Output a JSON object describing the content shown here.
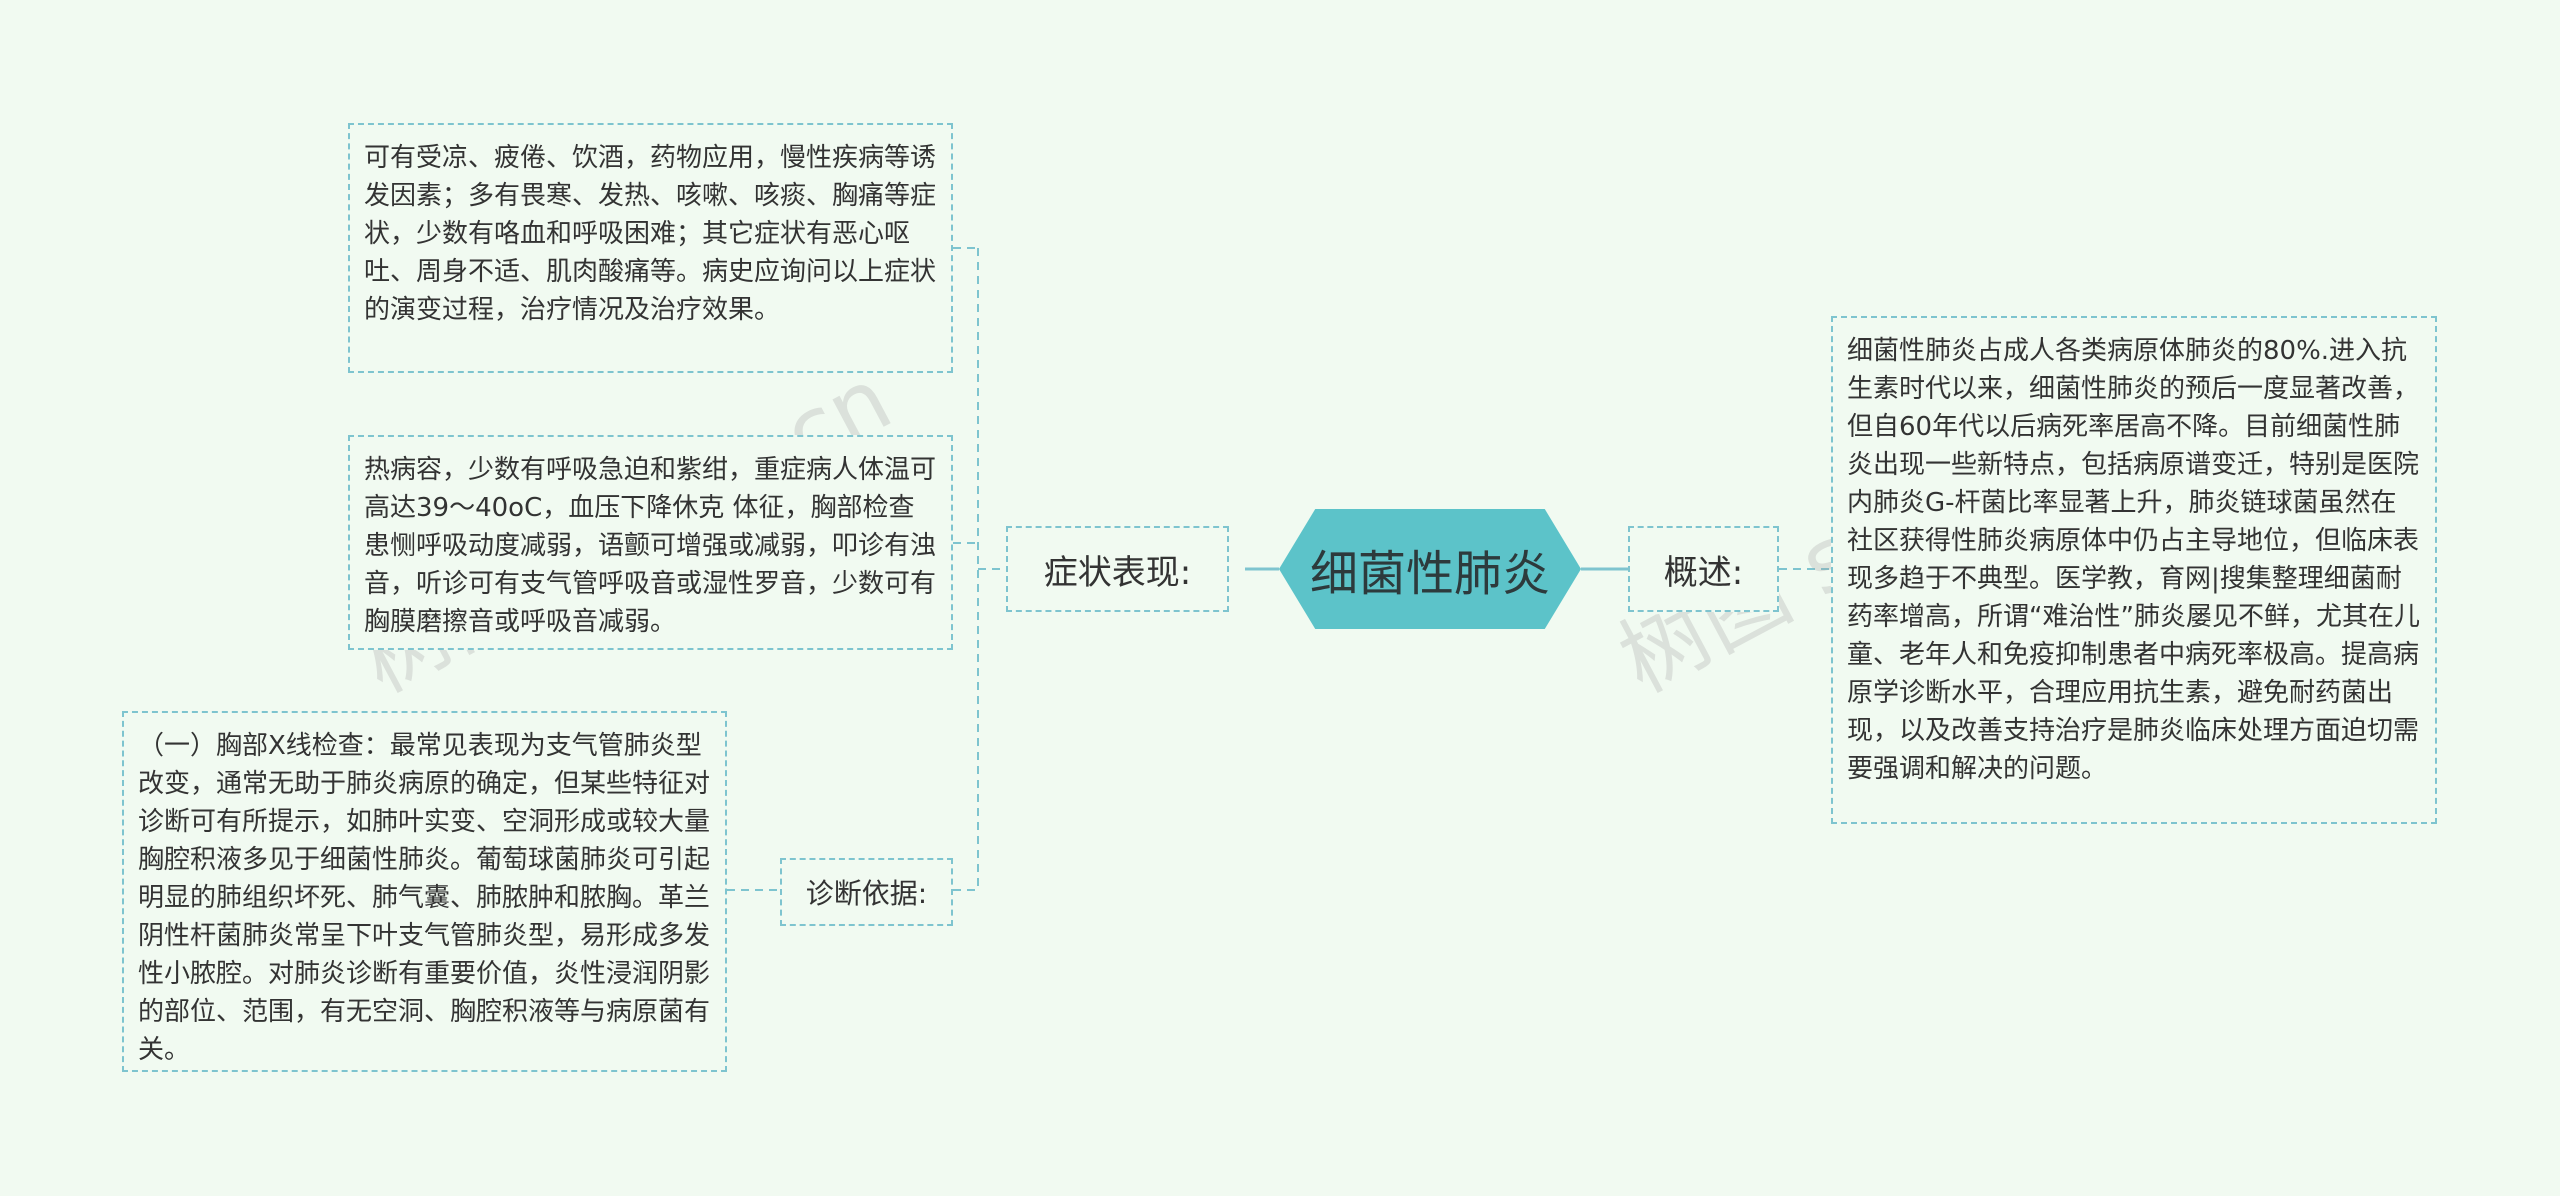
{
  "center": {
    "title": "细菌性肺炎"
  },
  "branches": {
    "symptoms": {
      "label": "症状表现:",
      "items": [
        "可有受凉、疲倦、饮酒，药物应用，慢性疾病等诱发因素；多有畏寒、发热、咳嗽、咳痰、胸痛等症状，少数有咯血和呼吸困难；其它症状有恶心呕吐、周身不适、肌肉酸痛等。病史应询问以上症状的演变过程，治疗情况及治疗效果。",
        "热病容，少数有呼吸急迫和紫绀，重症病人体温可高达39～40oC，血压下降休克 体征，胸部检查患恻呼吸动度减弱，语颤可增强或减弱，叩诊有浊音，听诊可有支气管呼吸音或湿性罗音，少数可有胸膜磨擦音或呼吸音减弱。"
      ]
    },
    "diagnosis": {
      "label": "诊断依据:",
      "items": [
        "（一）胸部X线检查：最常见表现为支气管肺炎型改变，通常无助于肺炎病原的确定，但某些特征对诊断可有所提示，如肺叶实变、空洞形成或较大量胸腔积液多见于细菌性肺炎。葡萄球菌肺炎可引起明显的肺组织坏死、肺气囊、肺脓肿和脓胸。革兰阴性杆菌肺炎常呈下叶支气管肺炎型，易形成多发性小脓腔。对肺炎诊断有重要价值，炎性浸润阴影的部位、范围，有无空洞、胸腔积液等与病原菌有关。"
      ]
    },
    "overview": {
      "label": "概述:",
      "items": [
        "细菌性肺炎占成人各类病原体肺炎的80%.进入抗生素时代以来，细菌性肺炎的预后一度显著改善，但自60年代以后病死率居高不降。目前细菌性肺炎出现一些新特点，包括病原谱变迁，特别是医院内肺炎G-杆菌比率显著上升，肺炎链球菌虽然在社区获得性肺炎病原体中仍占主导地位，但临床表现多趋于不典型。医学教，育网|搜集整理细菌耐药率增高，所谓“难治性”肺炎屡见不鲜，尤其在儿童、老年人和免疫抑制患者中病死率极高。提高病原学诊断水平，合理应用抗生素，避免耐药菌出现，以及改善支持治疗是肺炎临床处理方面迫切需要强调和解决的问题。"
      ]
    }
  },
  "watermarks": [
    "树图 shutu.cn",
    "树图 shutu.cn"
  ],
  "colors": {
    "accent": "#5cc3c9",
    "line": "#7ec4cf",
    "background": "#f1faf1"
  }
}
